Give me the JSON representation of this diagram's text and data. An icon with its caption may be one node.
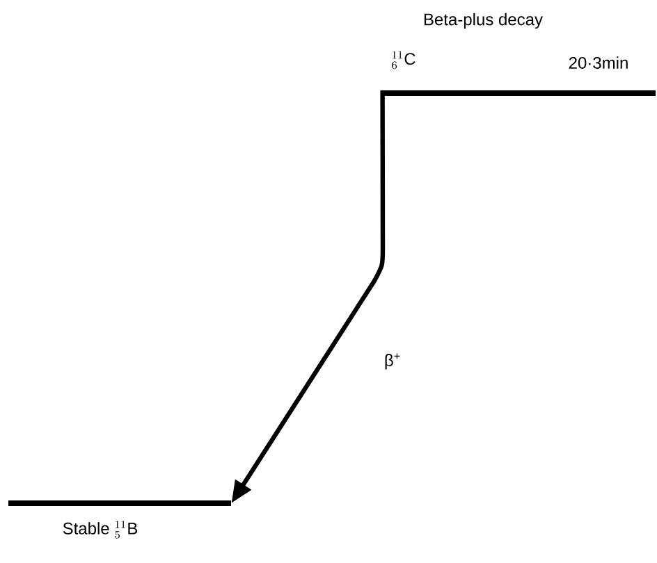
{
  "diagram": {
    "title": "Beta-plus decay",
    "nodes": [
      {
        "text": [],
        "shape": "bar",
        "beside": [
          "{}^{11}_{6}\\mathrm{C}",
          "20·3min"
        ]
      },
      {
        "text": [],
        "shape": "bar",
        "beside": [
          "\\mathrm{Stable}\\;{}^{11}_{5}\\mathrm{B}"
        ]
      }
    ],
    "edges": [
      {
        "from": 0,
        "to": 1,
        "arrow": "to",
        "label": "β$^{+}$"
      }
    ]
  }
}
